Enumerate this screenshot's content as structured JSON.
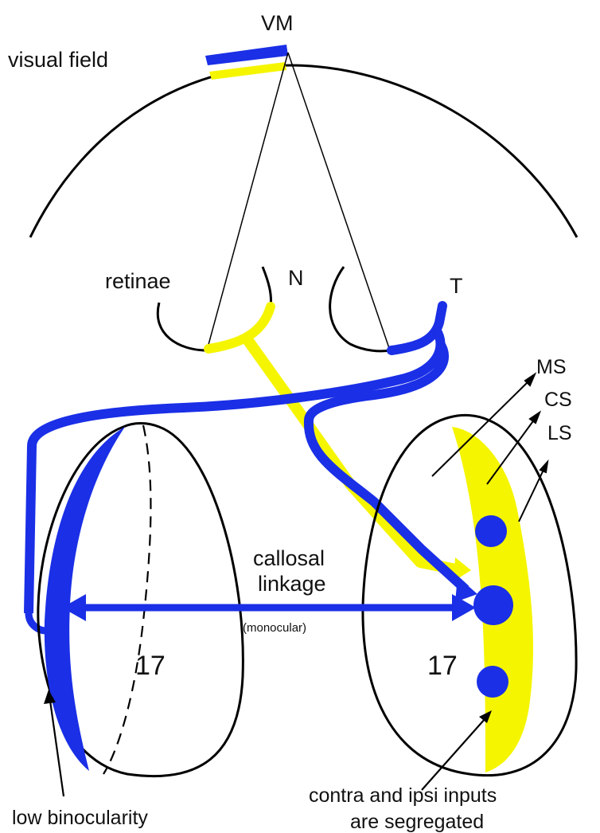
{
  "labels": {
    "vm": "VM",
    "visual_field": "visual field",
    "retinae": "retinae",
    "nasal": "N",
    "temporal": "T",
    "ms": "MS",
    "cs": "CS",
    "ls": "LS",
    "callosal_line1": "callosal",
    "callosal_line2": "linkage",
    "monocular": "(monocular)",
    "area_left": "17",
    "area_right": "17",
    "low_binocularity": "low binocularity",
    "segregated_line1": "contra and ipsi inputs",
    "segregated_line2": "are segregated"
  },
  "colors": {
    "contra_blue": "#1a2fe6",
    "ipsi_yellow": "#f5f500",
    "outline": "#000000"
  }
}
